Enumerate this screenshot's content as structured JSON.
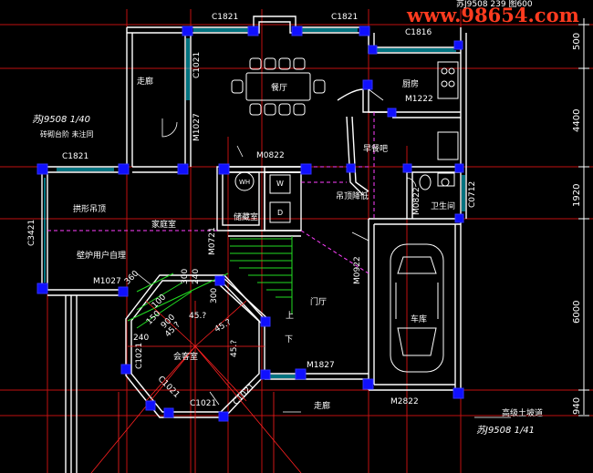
{
  "watermark": "www.98654.com",
  "top_fragment": "苏J9508  239  图600",
  "references": {
    "top_left": "苏J9508  1/40",
    "top_left_note": "砖砌台阶  未注同",
    "bottom_right": "苏J9508  1/41"
  },
  "rooms": {
    "dining": "餐厅",
    "kitchen": "厨房",
    "corridor": "走廊",
    "bar": "早餐吧",
    "skylight": "吊顶降低",
    "bathroom": "卫生间",
    "storage": "储藏室",
    "family_room": "家庭室",
    "garage": "车库",
    "lobby": "门厅",
    "fan_ceiling": "拱形吊顶",
    "fireplace": "壁炉用户自理",
    "sunroom": "会客室",
    "walkway": "走廊",
    "ramp": "高级土坡道"
  },
  "doors": {
    "c1821_a": "C1821",
    "c1821_b": "C1821",
    "c1816": "C1816",
    "c1021_a": "C1021",
    "m1027": "M1027",
    "m1222": "M1222",
    "c1821_c": "C1821",
    "m0822": "M0822",
    "m0822b": "M0822",
    "c0712": "C0712",
    "c3421": "C3421",
    "m0721": "M0721",
    "m0922": "M0922",
    "m1027b": "M1027",
    "m1827": "M1827",
    "m2822": "M2822",
    "c1021_b": "C1021",
    "c1021_c": "C1021",
    "c1021_d": "C1021",
    "c1021_e": "C1021"
  },
  "dimensions": {
    "d500": "500",
    "d4400": "4400",
    "d1920": "1920",
    "d6000": "6000",
    "d940": "940",
    "d300a": "300",
    "d300b": "300",
    "d240a": "240",
    "d240b": "240",
    "d100": "100",
    "d360": "360",
    "d150": "150",
    "d900": "900",
    "a45a": "45.?",
    "a45b": "45.?",
    "a45c": "45.?",
    "a45d": "45.?",
    "up": "上",
    "down": "下"
  },
  "fixture_labels": {
    "wh": "WH",
    "w": "W",
    "d": "D"
  }
}
